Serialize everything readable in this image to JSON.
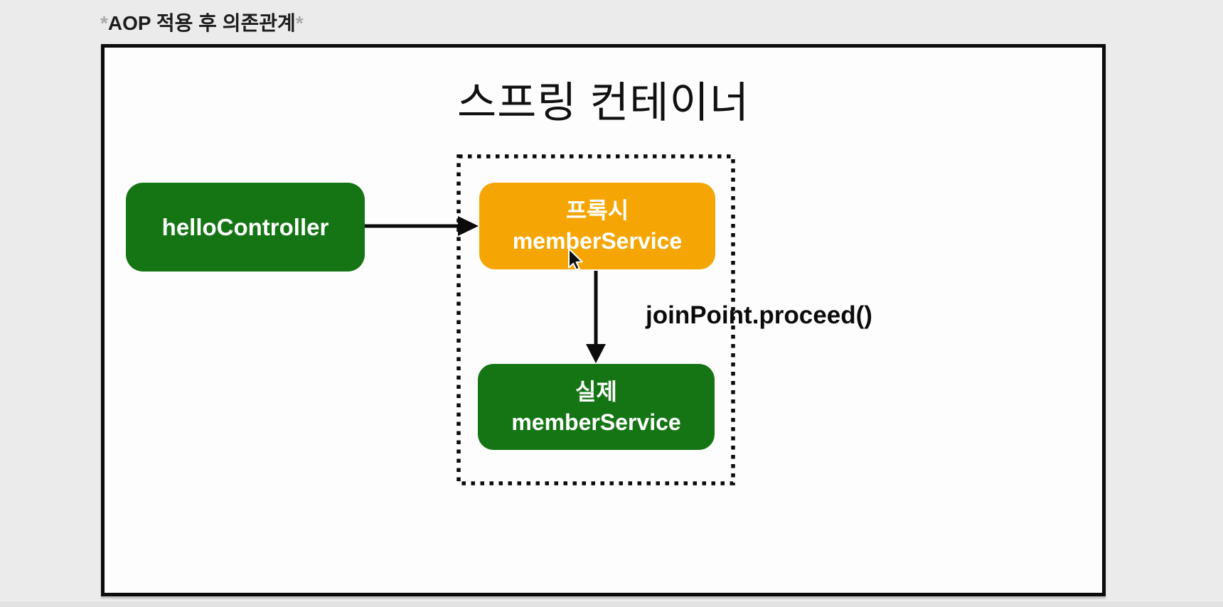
{
  "header": {
    "prefix": "*",
    "title": "AOP 적용 후 의존관계",
    "suffix": "*"
  },
  "container": {
    "title": "스프링 컨테이너"
  },
  "nodes": {
    "hello": {
      "label": "helloController",
      "color": "#157514"
    },
    "proxy": {
      "line1": "프록시",
      "line2": "memberService",
      "color": "#F6A604"
    },
    "real": {
      "line1": "실제",
      "line2": "memberService",
      "color": "#157514"
    }
  },
  "annotations": {
    "join_point": "joinPoint.proceed()"
  },
  "icons": {
    "cursor": "macos-arrow-pointer"
  },
  "colors": {
    "page_background": "#ebebeb",
    "panel_background": "#fdfdfd",
    "panel_border": "#0c0c0c",
    "node_green": "#157514",
    "node_orange": "#F6A604",
    "arrow_black": "#0b0b0b",
    "caption_star_gray": "#a9a9a9",
    "text_white": "#ffffff"
  }
}
